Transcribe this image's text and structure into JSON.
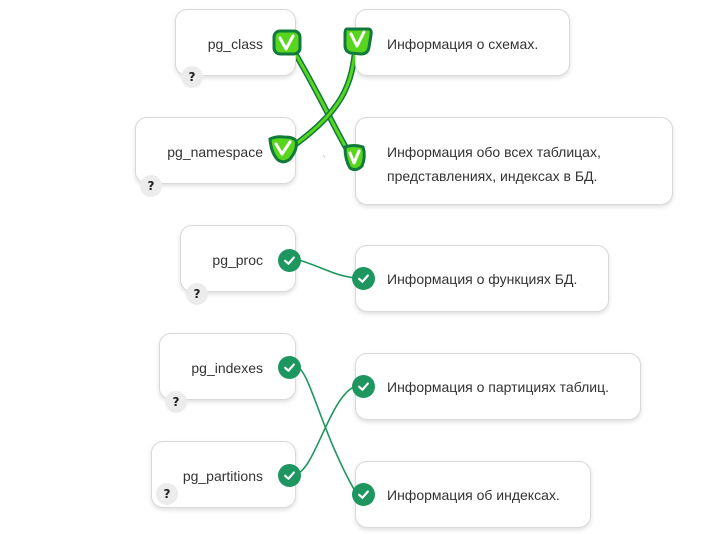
{
  "left_items": [
    {
      "key": "pg_class",
      "help": "?"
    },
    {
      "key": "pg_namespace",
      "help": "?"
    },
    {
      "key": "pg_proc",
      "help": "?"
    },
    {
      "key": "pg_indexes",
      "help": "?"
    },
    {
      "key": "pg_partitions",
      "help": "?"
    }
  ],
  "right_items": [
    {
      "text_lines": [
        "Информация о схемах."
      ]
    },
    {
      "text_lines": [
        "Информация обо всех таблицах,",
        "представлениях, индексах в БД."
      ]
    },
    {
      "text_lines": [
        "Информация о функциях БД."
      ]
    },
    {
      "text_lines": [
        "Информация о партициях таблиц."
      ]
    },
    {
      "text_lines": [
        "Информация об индексах."
      ]
    }
  ],
  "colors": {
    "connector": "#1e9660",
    "annotation_outer": "#0f7a3c",
    "annotation_inner": "#58d61e"
  },
  "icons": {
    "help": "question-mark",
    "check": "check-mark",
    "handwritten": "v-mark"
  }
}
